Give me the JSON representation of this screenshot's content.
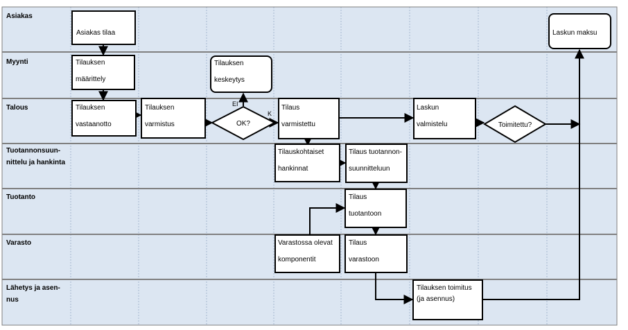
{
  "colors": {
    "lane_fill": "#dce6f2",
    "grid_line": "#a6b8d0",
    "box_fill": "#ffffff",
    "stroke": "#000000"
  },
  "lanes": [
    {
      "id": "asiakas",
      "label_lines": [
        "Asiakas"
      ]
    },
    {
      "id": "myynti",
      "label_lines": [
        "Myynti"
      ]
    },
    {
      "id": "talous",
      "label_lines": [
        "Talous"
      ]
    },
    {
      "id": "tuotannonsuunnittelu",
      "label_lines": [
        "Tuotannonsuun-",
        "nittelu ja hankinta"
      ]
    },
    {
      "id": "tuotanto",
      "label_lines": [
        "Tuotanto"
      ]
    },
    {
      "id": "varasto",
      "label_lines": [
        "Varasto"
      ]
    },
    {
      "id": "lahetys",
      "label_lines": [
        "Lähetys ja asen-",
        "nus"
      ]
    }
  ],
  "nodes": [
    {
      "id": "asiakas-tilaa",
      "lines": [
        "Asiakas tilaa"
      ]
    },
    {
      "id": "laskun-maksu",
      "lines": [
        "Laskun maksu"
      ]
    },
    {
      "id": "tilauksen-maarittely",
      "lines": [
        "Tilauksen",
        "määrittely"
      ]
    },
    {
      "id": "tilauksen-keskeytys",
      "lines": [
        "Tilauksen",
        "keskeytys"
      ]
    },
    {
      "id": "tilauksen-vastaanotto",
      "lines": [
        "Tilauksen",
        "vastaanotto"
      ]
    },
    {
      "id": "tilauksen-varmistus",
      "lines": [
        "Tilauksen",
        "varmistus"
      ]
    },
    {
      "id": "ok-decision",
      "lines": [
        "OK?"
      ]
    },
    {
      "id": "tilaus-varmistettu",
      "lines": [
        "Tilaus",
        "varmistettu"
      ]
    },
    {
      "id": "laskun-valmistelu",
      "lines": [
        "Laskun",
        "valmistelu"
      ]
    },
    {
      "id": "toimitettu-decision",
      "lines": [
        "Toimitettu?"
      ]
    },
    {
      "id": "tilauskohtaiset-hankinnat",
      "lines": [
        "Tilauskohtaiset",
        "hankinnat"
      ]
    },
    {
      "id": "tilaus-tuotannonsuunnitteluun",
      "lines": [
        "Tilaus tuotannon-",
        "suunnitteluun"
      ]
    },
    {
      "id": "tilaus-tuotantoon",
      "lines": [
        "Tilaus",
        "tuotantoon"
      ]
    },
    {
      "id": "varastossa-olevat-komponentit",
      "lines": [
        "Varastossa olevat",
        "komponentit"
      ]
    },
    {
      "id": "tilaus-varastoon",
      "lines": [
        "Tilaus",
        "varastoon"
      ]
    },
    {
      "id": "tilauksen-toimitus",
      "lines": [
        "Tilauksen toimitus",
        "(ja asennus)"
      ]
    }
  ],
  "edge_labels": {
    "ei": "EI",
    "k": "K"
  }
}
